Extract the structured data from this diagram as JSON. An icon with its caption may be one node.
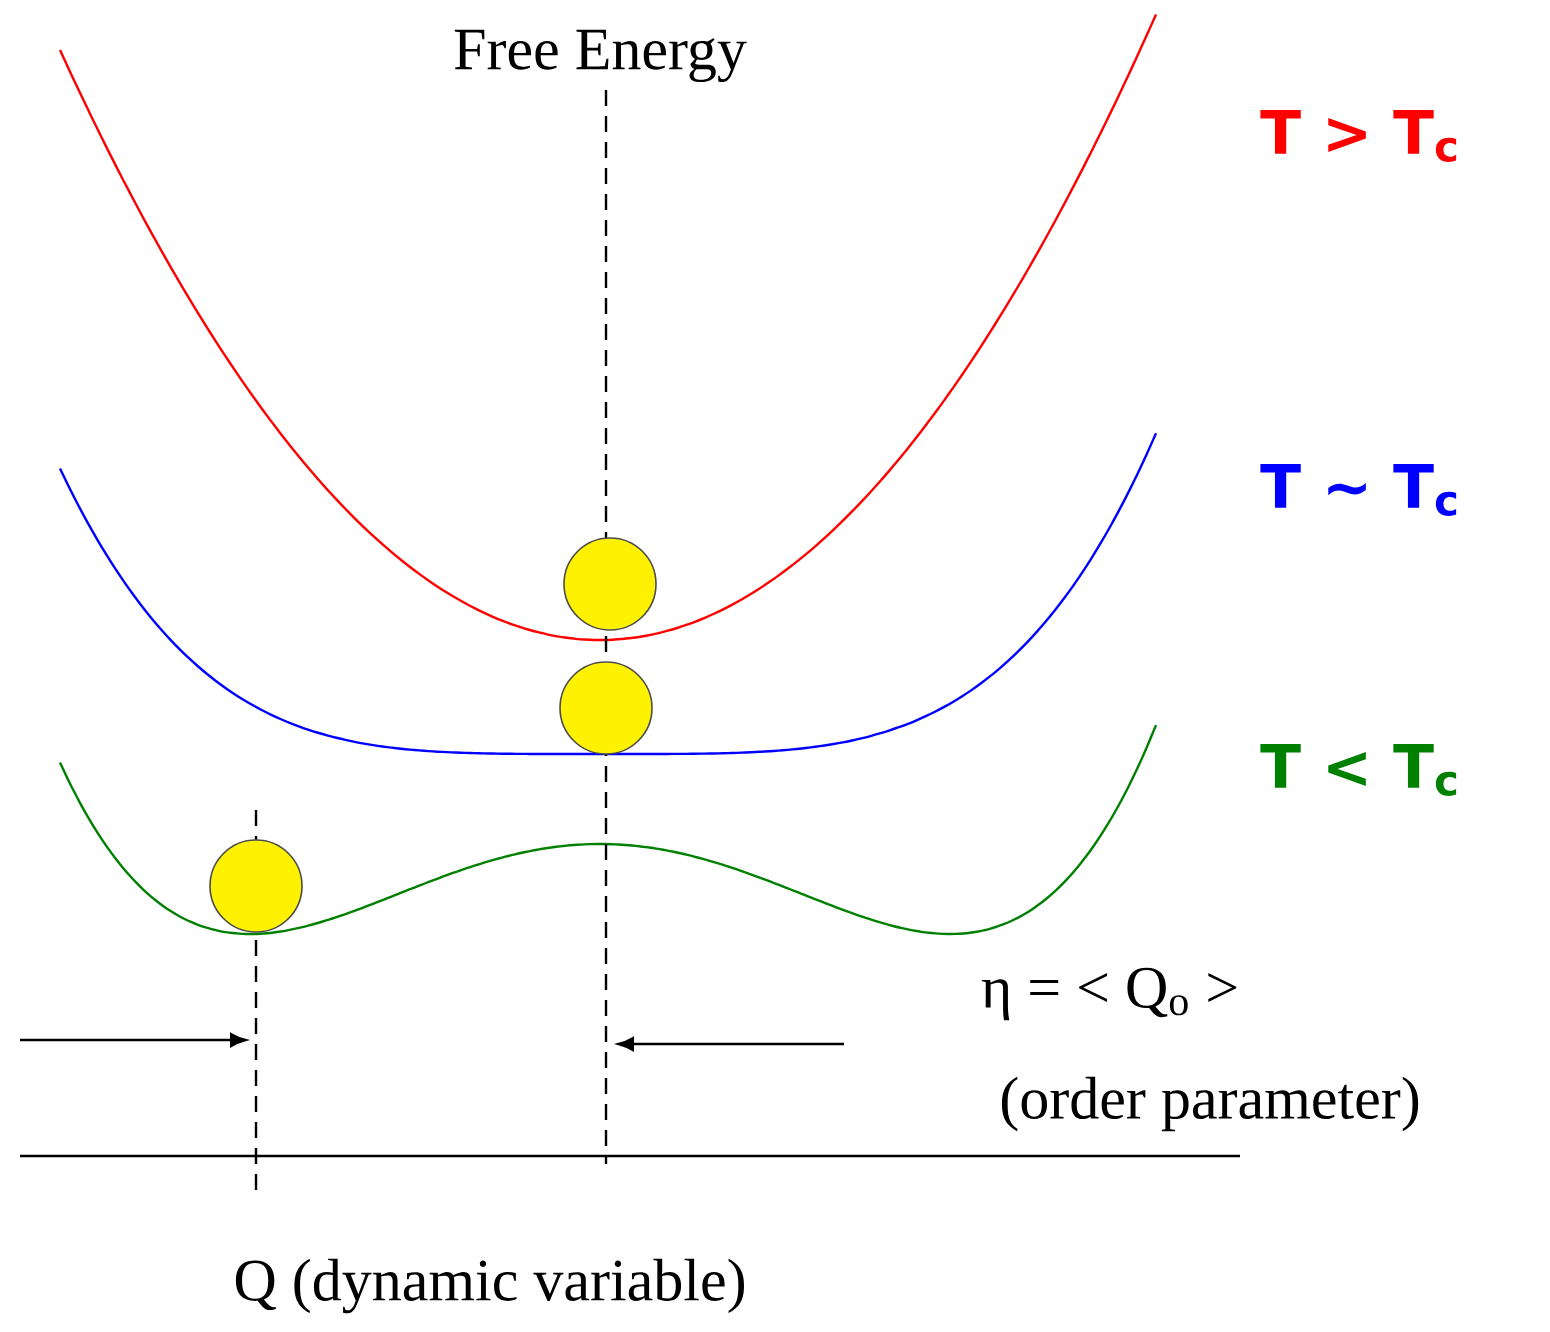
{
  "diagram": {
    "labels": [
      "Free Energy",
      "T > T$_{c}$",
      "T ~ T$_{c}$",
      "T < T$_{c}$",
      "η = < Q$_{o}$ >",
      "(order parameter)",
      "Q (dynamic variable)"
    ]
  }
}
